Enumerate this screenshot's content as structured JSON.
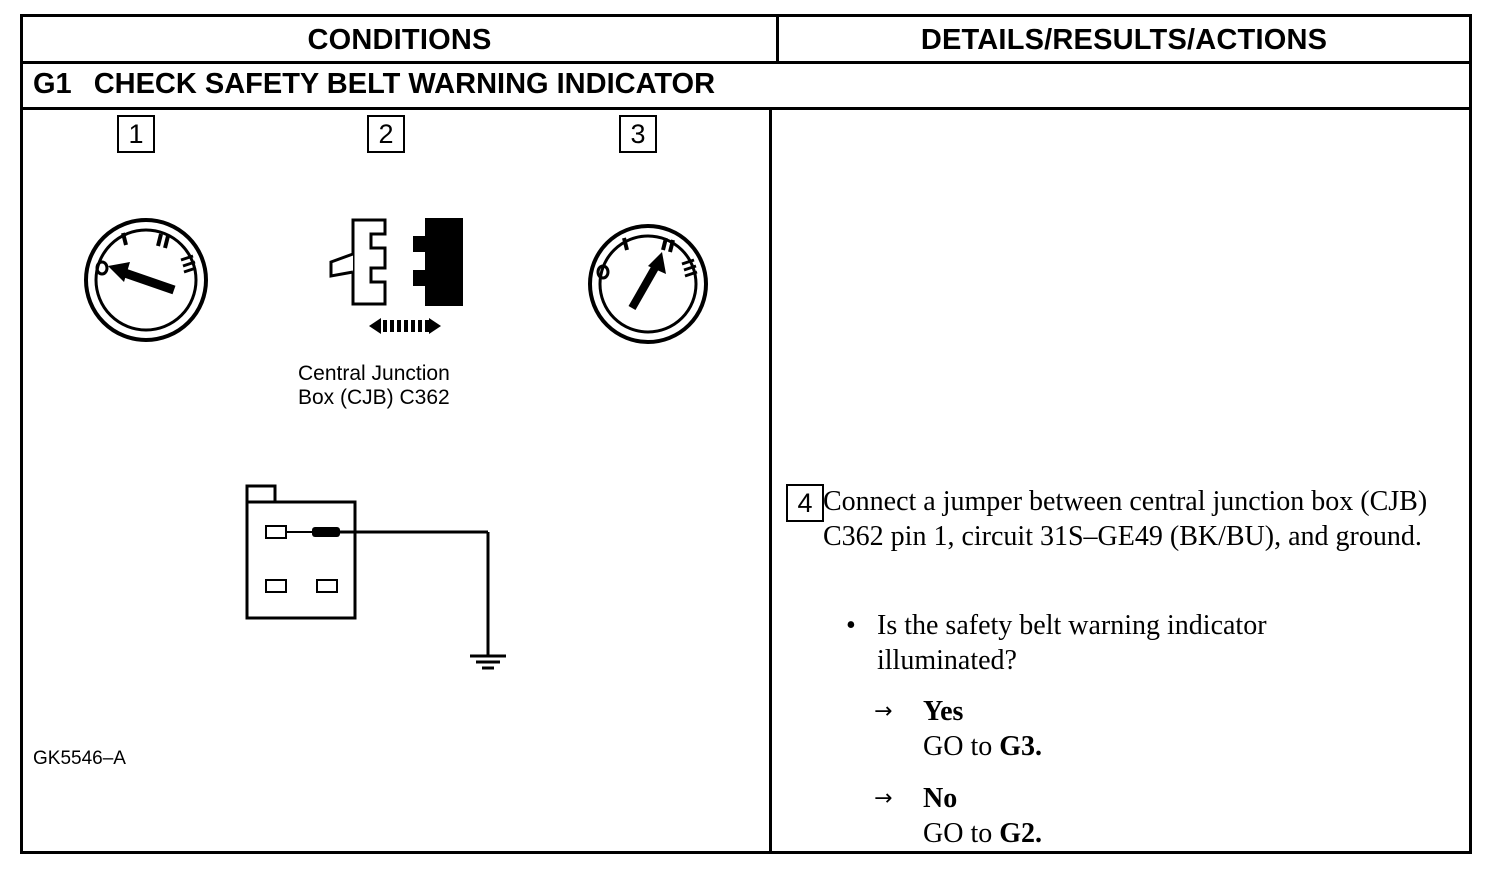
{
  "table": {
    "col_conditions": "CONDITIONS",
    "col_details": "DETAILS/RESULTS/ACTIONS",
    "step_code": "G1",
    "step_title": "CHECK SAFETY BELT WARNING INDICATOR"
  },
  "figure": {
    "step_numbers": [
      "1",
      "2",
      "3"
    ],
    "ignition_switch_1_label_off": "O",
    "ignition_switch_1_label_i": "I",
    "ignition_switch_1_label_ii": "II",
    "ignition_switch_1_label_iii": "III",
    "connector_caption_line1": "Central Junction",
    "connector_caption_line2": "Box (CJB) C362",
    "figure_id": "GK5546–A"
  },
  "details": {
    "step_number": "4",
    "instruction": "Connect a jumper between central junction box (CJB) C362 pin 1, circuit 31S–GE49 (BK/BU), and ground.",
    "bullet": "•",
    "question": "Is the safety belt warning indicator illuminated?",
    "arrow": "→",
    "yes_label": "Yes",
    "yes_action_prefix": "GO to",
    "yes_action_target": "G3.",
    "no_label": "No",
    "no_action_prefix": "GO to",
    "no_action_target": "G2."
  }
}
